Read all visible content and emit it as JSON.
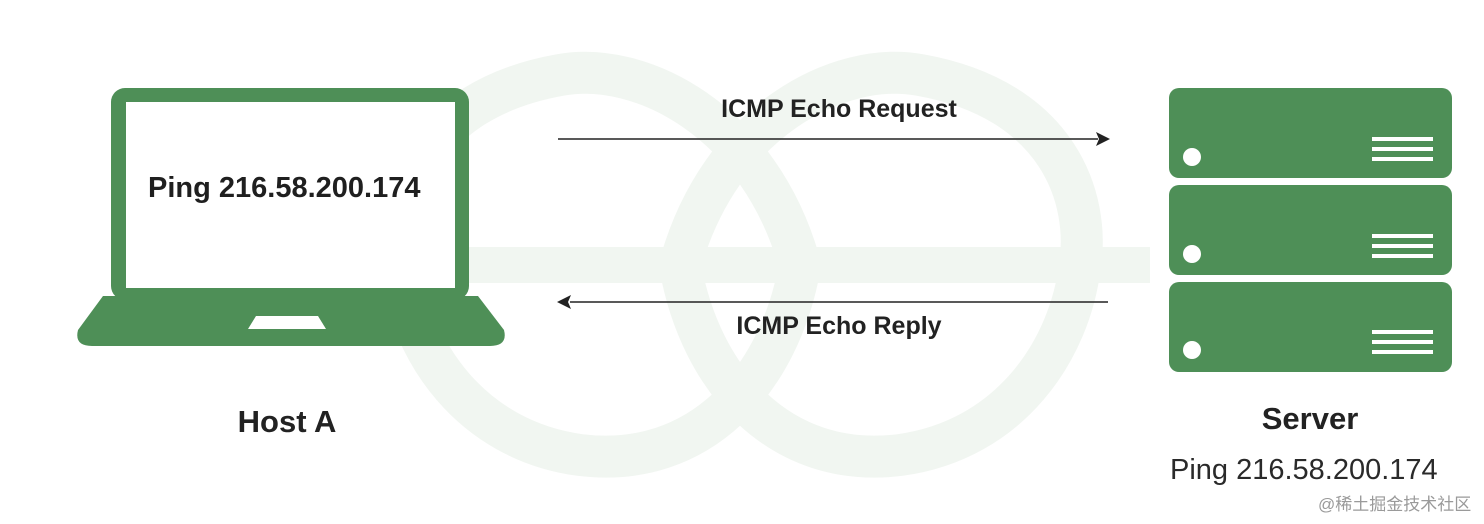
{
  "host": {
    "screen_text": "Ping 216.58.200.174",
    "label": "Host A"
  },
  "messages": {
    "request": "ICMP Echo Request",
    "reply": "ICMP Echo Reply"
  },
  "server": {
    "label": "Server",
    "ping_text": "Ping 216.58.200.174",
    "unit_count": 3
  },
  "watermark": {
    "text": "@稀土掘金技术社区"
  },
  "colors": {
    "device_green": "#4e8f57",
    "screen_white": "#ffffff",
    "arrow": "#222222",
    "background_logo": "#f1f6f1"
  },
  "icons": {
    "host": "laptop-icon",
    "server": "server-rack-icon",
    "background": "geeksforgeeks-logo-watermark"
  }
}
